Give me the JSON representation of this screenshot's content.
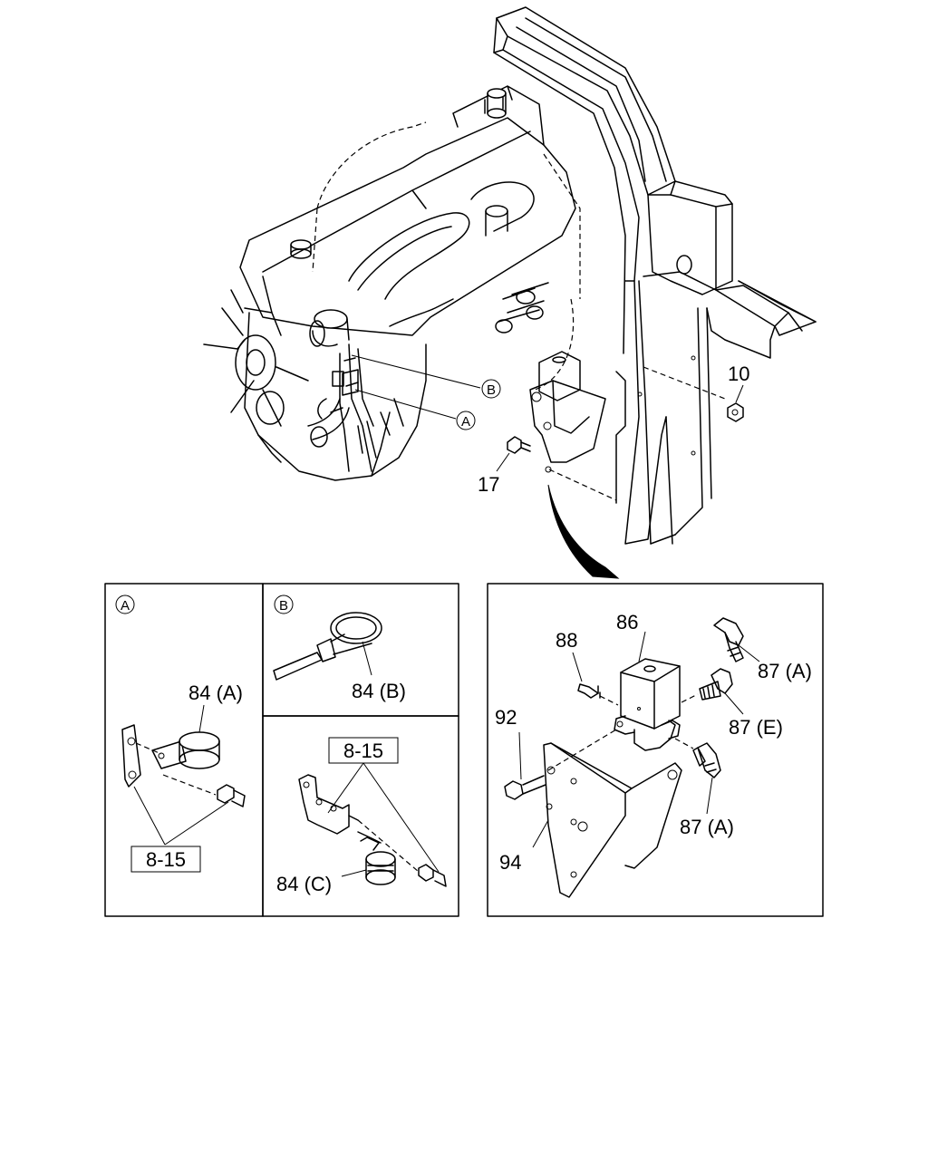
{
  "callouts": {
    "c10": "10",
    "c17": "17",
    "c86": "86",
    "c88": "88",
    "c92": "92",
    "c94": "94",
    "c87a_top": "87 (A)",
    "c87e": "87 (E)",
    "c87a_bottom": "87 (A)",
    "c84a": "84 (A)",
    "c84b": "84 (B)",
    "c84c": "84 (C)",
    "ref_a": "8-15",
    "ref_b": "8-15"
  },
  "markers": {
    "a": "A",
    "b": "B"
  },
  "panels": {
    "a_marker": "A",
    "b_marker": "B"
  }
}
